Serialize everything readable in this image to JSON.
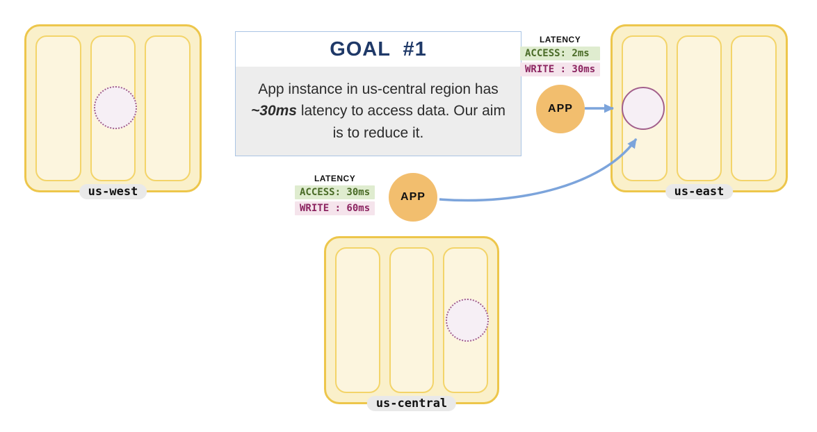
{
  "goal": {
    "title": "GOAL  #1",
    "body_part1": "App instance in us-central region has ",
    "body_em": "~30ms",
    "body_part2": " latency to access data. Our aim is to reduce it."
  },
  "regions": {
    "us_west": {
      "label": "us-west"
    },
    "us_east": {
      "label": "us-east"
    },
    "us_central": {
      "label": "us-central"
    }
  },
  "latency_east": {
    "title": "LATENCY",
    "access_label": "ACCESS: 2ms",
    "write_label": "WRITE : 30ms"
  },
  "latency_central": {
    "title": "LATENCY",
    "access_label": "ACCESS: 30ms",
    "write_label": "WRITE : 60ms"
  },
  "app_east": {
    "label": "APP"
  },
  "app_central": {
    "label": "APP"
  },
  "colors": {
    "region_border": "#EDC64B",
    "region_fill": "#FAF0CA",
    "zone_fill": "#FCF5DE",
    "zone_border": "#F3D469",
    "label_pill_bg": "#E9E9E9",
    "arrow": "#7CA4DB",
    "app_circle": "#F2BE6E",
    "data_circle_border": "#A25F8C",
    "data_circle_fill": "#F6EFF5",
    "latency_access_bg": "#DFECCF",
    "latency_access_text": "#4A6B27",
    "latency_write_bg": "#F5E4EC",
    "latency_write_text": "#8C2561",
    "goal_title": "#1F3968",
    "goal_border": "#A9C4E4",
    "goal_body_bg": "#EDEDED"
  }
}
